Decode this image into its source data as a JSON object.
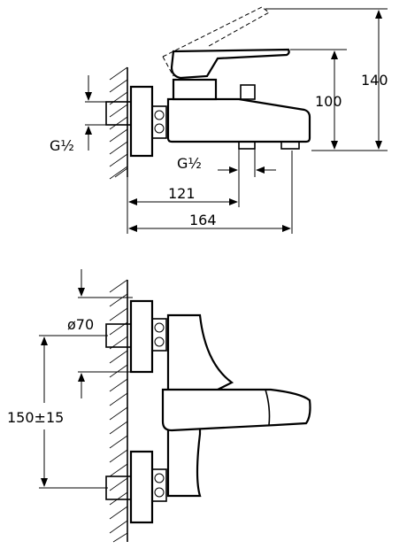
{
  "dimensions": {
    "top_view": {
      "thread_left": "G½",
      "thread_outlet": "G½",
      "width_outlet": "121",
      "width_total": "164",
      "height_lever": "100",
      "height_total": "140"
    },
    "front_view": {
      "diameter": "ø70",
      "center_distance": "150±15"
    }
  }
}
